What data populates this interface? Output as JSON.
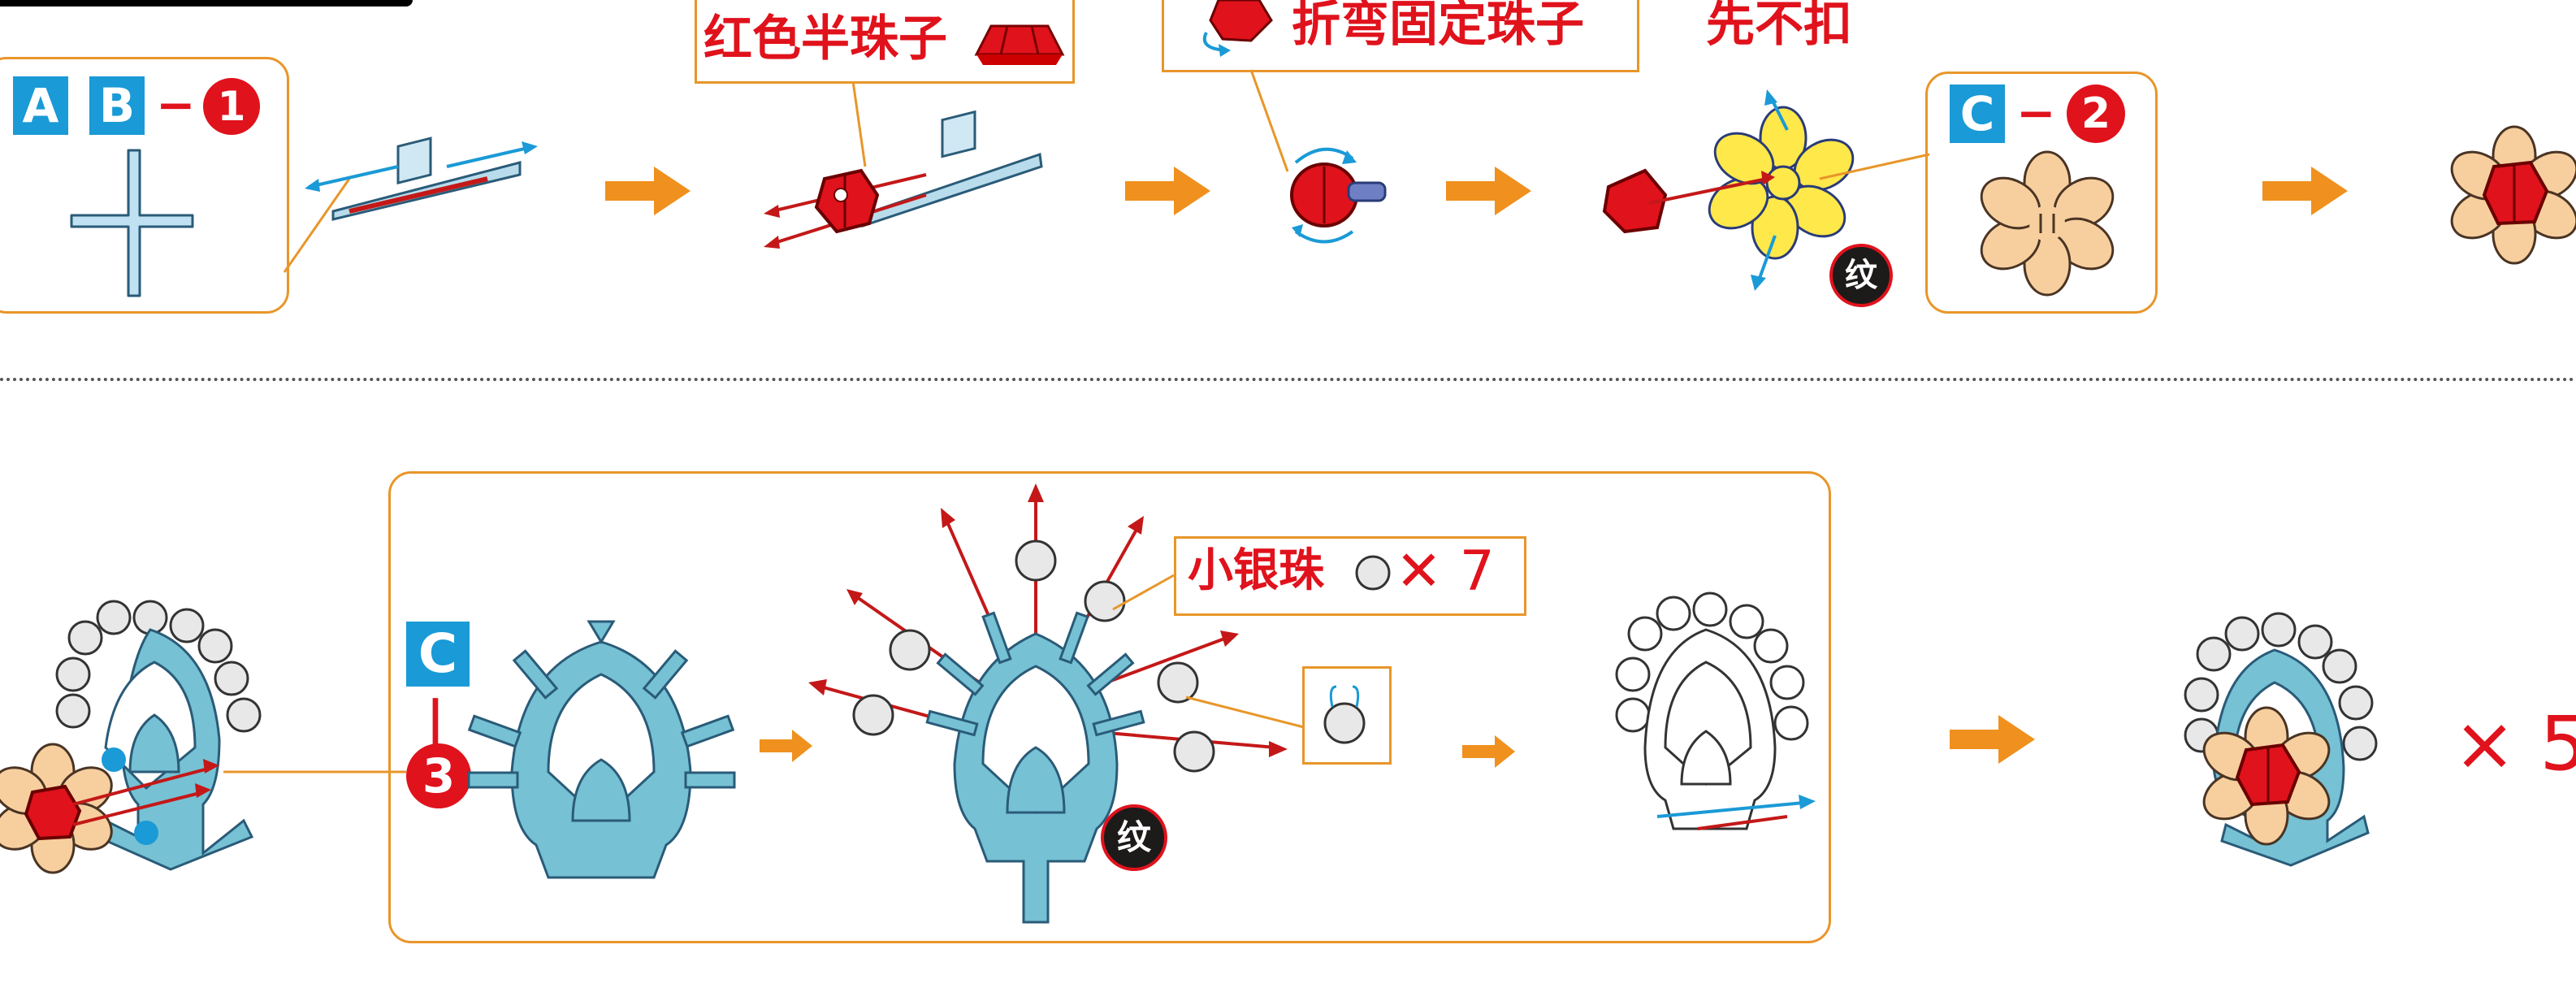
{
  "top_row": {
    "step_ab1": {
      "badge_a": "A",
      "badge_b": "B",
      "dash": "−",
      "num": "1"
    },
    "callout_red_half_bead": "红色半珠子",
    "callout_bend_fix": "折弯固定珠子",
    "note_not_buckle": "先不扣",
    "step_c2": {
      "badge_c": "C",
      "dash": "−",
      "num": "2"
    },
    "pattern_mark": "纹"
  },
  "bottom_row": {
    "step_c3": {
      "badge_c": "C",
      "bar": "|",
      "num": "3"
    },
    "callout_silver_beads": "小银珠",
    "silver_beads_count": "✕ 7",
    "pattern_mark": "纹",
    "repeat_count": "× 5"
  },
  "colors": {
    "accent_orange": "#e8962a",
    "brand_red": "#e0121c",
    "badge_blue": "#1a9ad6",
    "part_blue": "#76c1d4",
    "petal_peach": "#f7cf9e",
    "petal_yellow": "#ffe84a",
    "arrow_orange": "#f0901e"
  }
}
